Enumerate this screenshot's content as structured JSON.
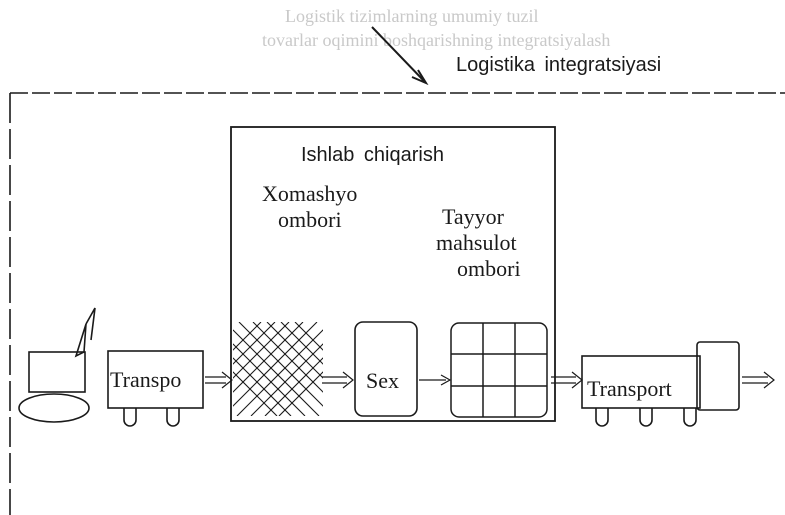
{
  "diagram": {
    "integration_label": "Logistika integratsiyasi",
    "production_label": "Ishlab chiqarish",
    "raw_material_store": [
      "Xomashyo",
      "ombori"
    ],
    "finished_goods_store": [
      "Tayyor",
      "mahsulot",
      "ombori"
    ],
    "workshop_label": "Sex",
    "transport_in_label": "Transpo",
    "transport_out_label": "Transport"
  },
  "bleed_through": {
    "line1": "Logistik  tizimlarning  umumiy  tuzil",
    "line2": "tovarlar  oqimini  boshqarishning  integratsiyalash"
  },
  "colors": {
    "ink": "#1a1a1a",
    "ghost": "#c9c9c9",
    "paper": "#ffffff"
  }
}
